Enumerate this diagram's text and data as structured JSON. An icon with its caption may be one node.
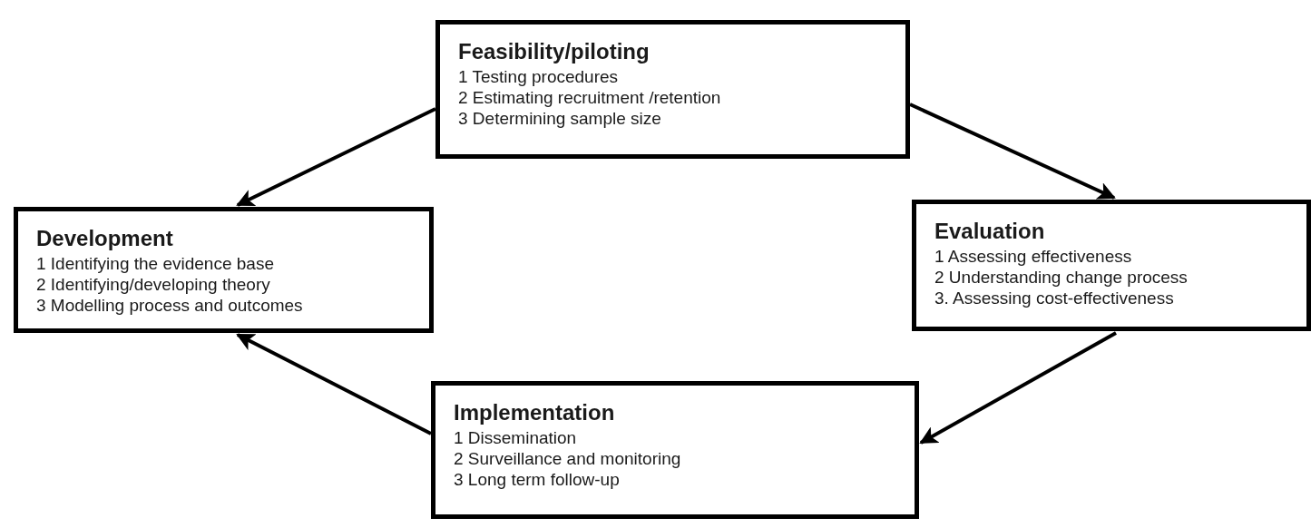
{
  "diagram": {
    "nodes": [
      {
        "text": [
          "Feasibility/piloting",
          "1 Testing procedures",
          "2 Estimating recruitment /retention",
          "3 Determining sample size"
        ]
      },
      {
        "text": [
          "Development",
          "1 Identifying the evidence base",
          "2 Identifying/developing theory",
          "3 Modelling process and outcomes"
        ]
      },
      {
        "text": [
          "Evaluation",
          "1 Assessing effectiveness",
          "2 Understanding change process",
          "3. Assessing cost-effectiveness"
        ]
      },
      {
        "text": [
          "Implementation",
          "1 Dissemination",
          "2 Surveillance and monitoring",
          "3 Long term follow-up"
        ]
      }
    ],
    "edges": [
      {
        "from": 0,
        "to": 1,
        "arrow": "to"
      },
      {
        "from": 0,
        "to": 2,
        "arrow": "to"
      },
      {
        "from": 2,
        "to": 3,
        "arrow": "to"
      },
      {
        "from": 3,
        "to": 1,
        "arrow": "to"
      }
    ]
  }
}
